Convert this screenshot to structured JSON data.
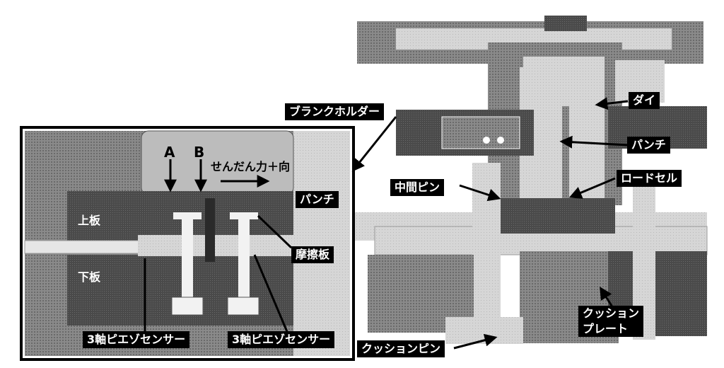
{
  "labels": {
    "blank_holder": "ブランクホルダー",
    "die": "ダイ",
    "punch_main": "パンチ",
    "punch_inset": "パンチ",
    "intermediate_pin": "中間ピン",
    "load_cell": "ロードセル",
    "friction_plate": "摩擦板",
    "upper_plate": "上板",
    "lower_plate": "下板",
    "sensor_left": "3軸ピエゾセンサー",
    "sensor_right": "3軸ピエゾセンサー",
    "cushion_pin": "クッションピン",
    "cushion_plate": [
      "クッション",
      "プレート"
    ],
    "point_a": "A",
    "point_b": "B",
    "shear_direction": "せんだん力＋向"
  }
}
